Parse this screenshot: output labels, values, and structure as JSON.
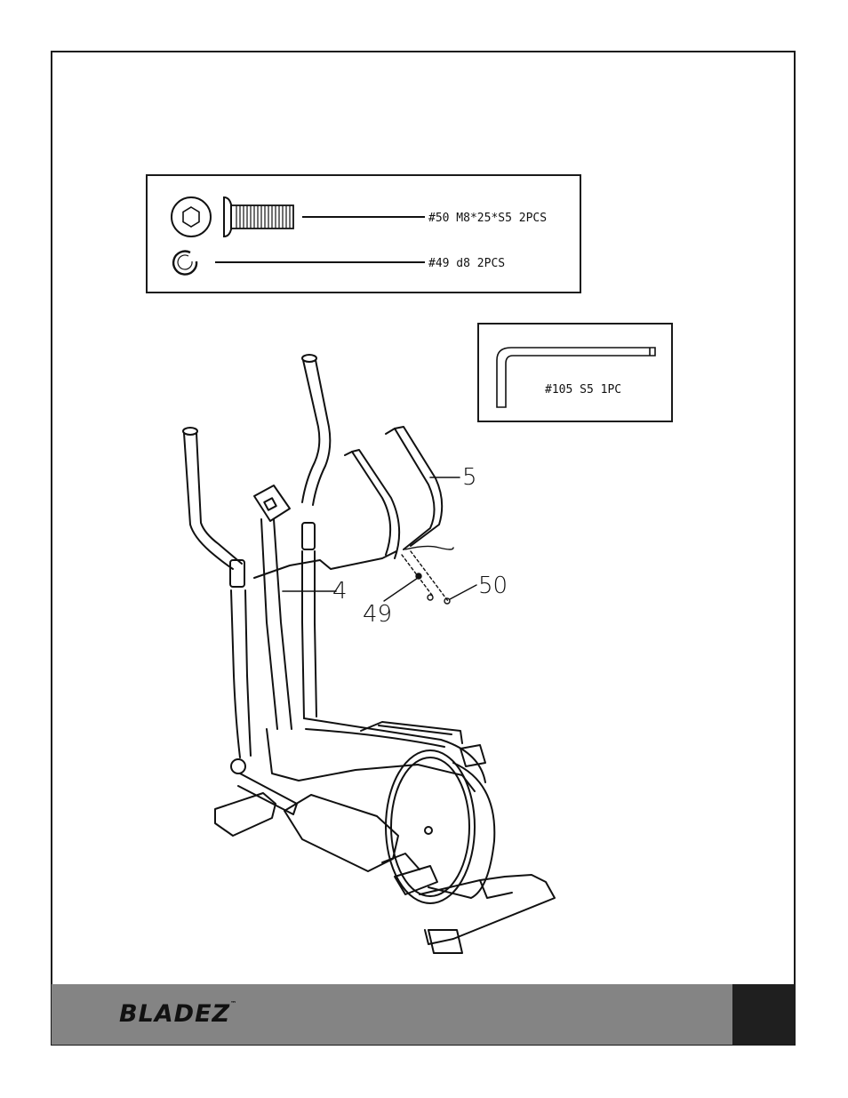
{
  "hardware": {
    "bolt_label": "#50 M8*25*S5 2PCS",
    "washer_label": "#49 d8 2PCS"
  },
  "tools": {
    "allen_key_label": "#105 S5 1PC"
  },
  "callouts": {
    "handlebar": "5",
    "upright": "4",
    "washer": "49",
    "bolt": "50"
  },
  "footer": {
    "brand": "BLADEZ",
    "trademark": "™",
    "page_number": ""
  },
  "colors": {
    "line": "#1a1a1a",
    "footer_bar": "#848484",
    "footer_tab": "#1f1f1f"
  }
}
